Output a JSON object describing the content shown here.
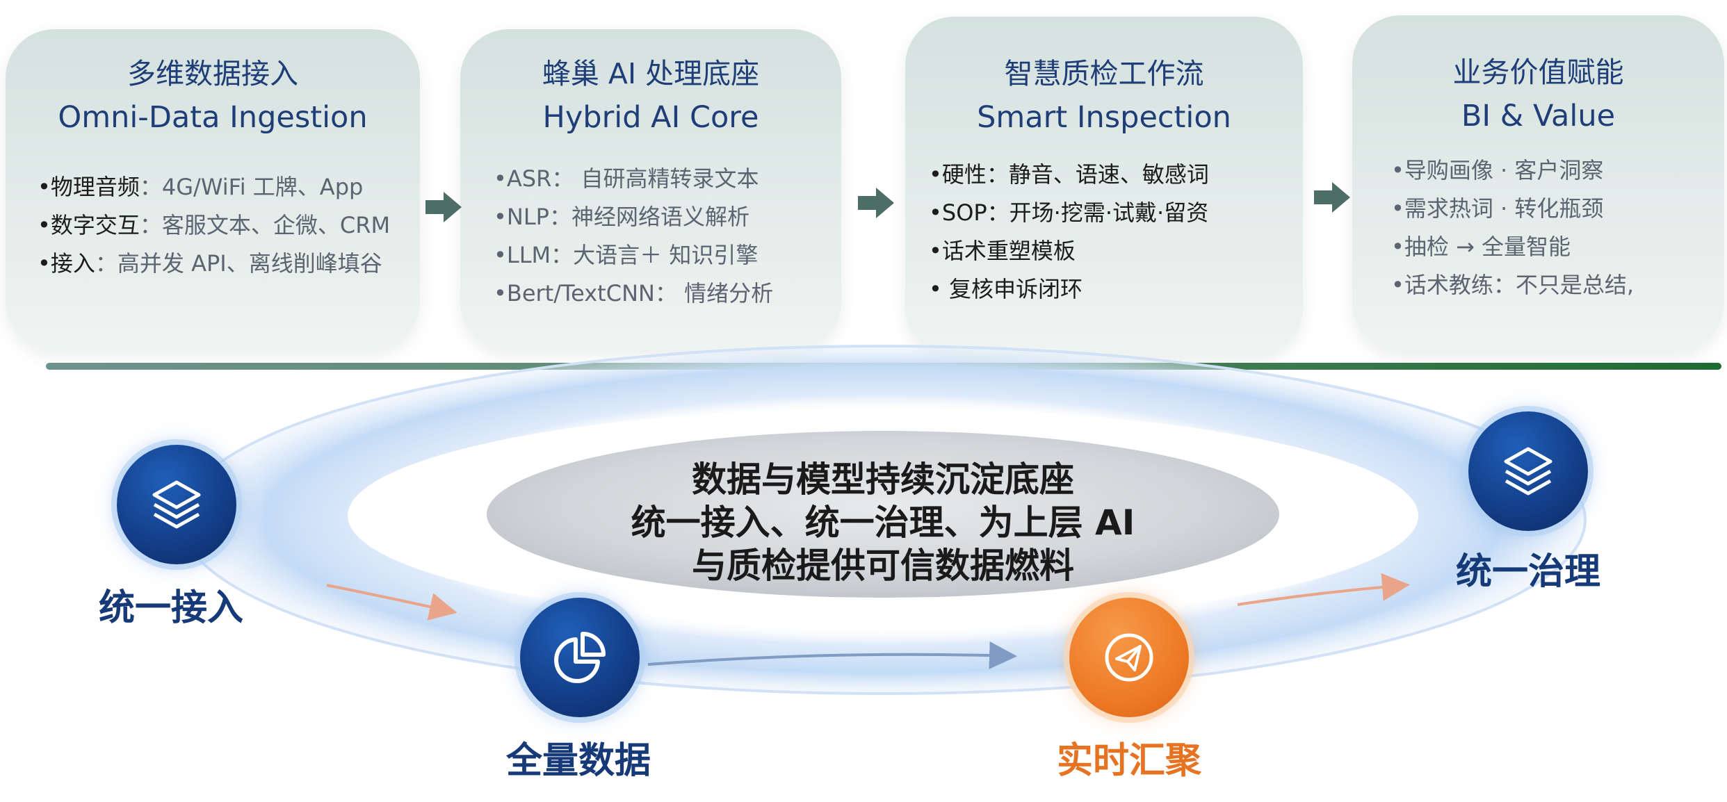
{
  "cards": [
    {
      "title_cn": "多维数据接入",
      "title_en": "Omni-Data Ingestion",
      "items": [
        {
          "bullet": "•",
          "key": "物理音频",
          "rest": "：4G/WiFi 工牌、App"
        },
        {
          "bullet": "•",
          "key": "数字交互",
          "rest": "：客服文本、企微、CRM"
        },
        {
          "bullet": "•",
          "key": "接入",
          "rest": "：高并发 API、离线削峰填谷"
        }
      ]
    },
    {
      "title_cn": "蜂巢 AI 处理底座",
      "title_en": "Hybrid AI Core",
      "items": [
        {
          "text": "•ASR： 自研高精转录文本"
        },
        {
          "text": "•NLP：神经网络语义解析"
        },
        {
          "text": "•LLM：大语言＋ 知识引擎"
        },
        {
          "text": "•Bert/TextCNN： 情绪分析"
        }
      ]
    },
    {
      "title_cn": "智慧质检工作流",
      "title_en": "Smart Inspection",
      "items": [
        {
          "text": "•硬性：静音、语速、敏感词"
        },
        {
          "text": "•SOP：开场·挖需·试戴·留资"
        },
        {
          "text": "•话术重塑模板"
        },
        {
          "text": "• 复核申诉闭环"
        }
      ]
    },
    {
      "title_cn": "业务价值赋能",
      "title_en": "BI & Value",
      "items": [
        {
          "text": "•导购画像 · 客户洞察"
        },
        {
          "text": "•需求热词 · 转化瓶颈"
        },
        {
          "text": "•抽检 → 全量智能"
        },
        {
          "text": "•话术教练：不只是总结,"
        }
      ]
    }
  ],
  "center": {
    "line1": "数据与模型持续沉淀底座",
    "line2": "统一接入、统一治理、为上层 AI",
    "line3": "与质检提供可信数据燃料"
  },
  "nodes": {
    "ingest": {
      "label": "统一接入",
      "icon": "layers-icon"
    },
    "full_data": {
      "label": "全量数据",
      "icon": "pie-chart-icon"
    },
    "realtime": {
      "label": "实时汇聚",
      "icon": "paper-plane-icon"
    },
    "govern": {
      "label": "统一治理",
      "icon": "layers-icon"
    }
  },
  "colors": {
    "card_title": "#1f3e78",
    "node_blue": "#143f8a",
    "node_orange": "#ee7a25",
    "label_blue": "#163a78",
    "label_orange": "#e67322",
    "arrow_green": "#4c6e66"
  }
}
